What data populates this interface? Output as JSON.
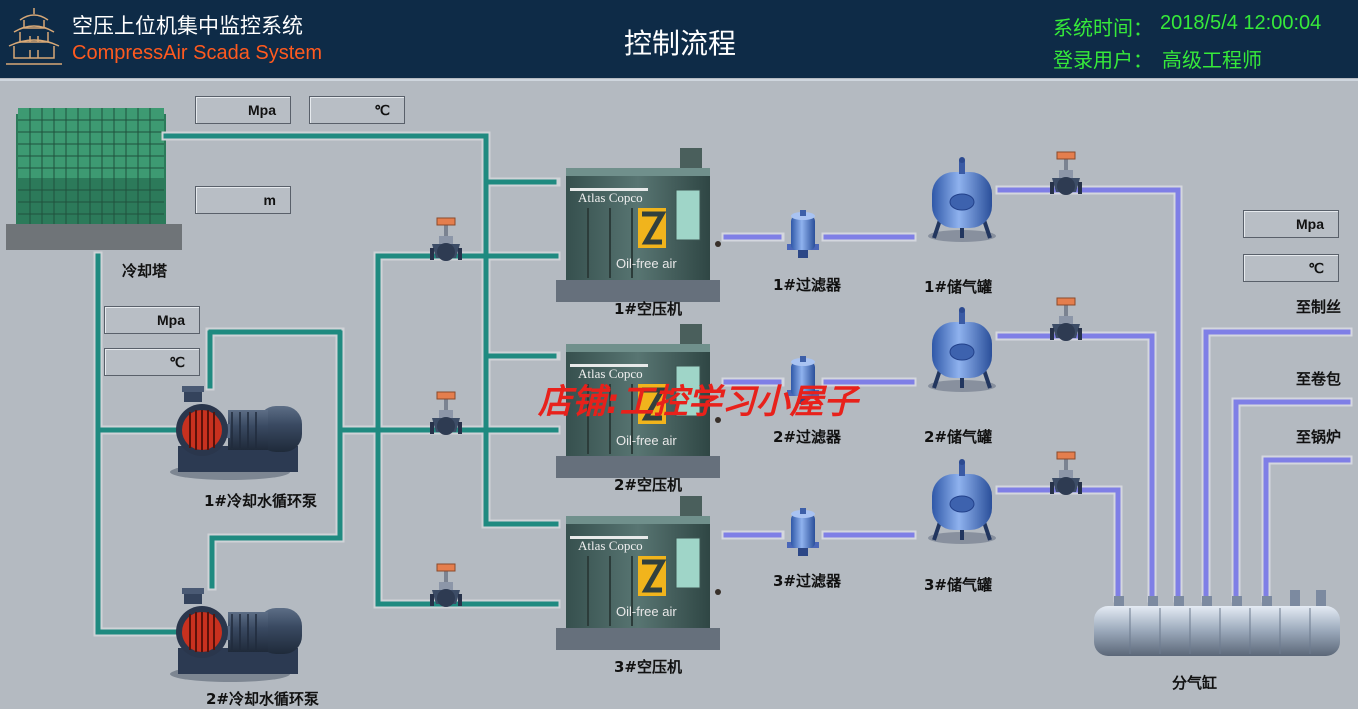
{
  "header": {
    "title": "空压上位机集中监控系统",
    "subtitle": "CompressAir Scada System",
    "page_title": "控制流程",
    "time_label": "系统时间：",
    "time_value": "2018/5/4 12:00:04",
    "user_label": "登录用户：",
    "user_value": "高级工程师"
  },
  "cooling_tower": {
    "label": "冷却塔",
    "pressure_unit": "Mpa",
    "temperature_unit": "℃",
    "level_unit": "m"
  },
  "pump_readings": {
    "pressure_unit": "Mpa",
    "temperature_unit": "℃"
  },
  "pumps": [
    {
      "label": "1#冷却水循环泵"
    },
    {
      "label": "2#冷却水循环泵"
    }
  ],
  "compressors": [
    {
      "label": "1#空压机",
      "brand": "Atlas Copco",
      "logo": "Z",
      "tagline": "Oil-free air"
    },
    {
      "label": "2#空压机",
      "brand": "Atlas Copco",
      "logo": "Z",
      "tagline": "Oil-free air"
    },
    {
      "label": "3#空压机",
      "brand": "Atlas Copco",
      "logo": "Z",
      "tagline": "Oil-free air"
    }
  ],
  "filters": [
    {
      "label": "1#过滤器"
    },
    {
      "label": "2#过滤器"
    },
    {
      "label": "3#过滤器"
    }
  ],
  "tanks": [
    {
      "label": "1#储气罐"
    },
    {
      "label": "2#储气罐"
    },
    {
      "label": "3#储气罐"
    }
  ],
  "header_readings": {
    "pressure_unit": "Mpa",
    "temperature_unit": "℃"
  },
  "outputs": [
    {
      "label": "至制丝"
    },
    {
      "label": "至卷包"
    },
    {
      "label": "至锅炉"
    }
  ],
  "manifold": {
    "label": "分气缸"
  },
  "watermark": "店铺:工控学习小屋子",
  "colors": {
    "header_bg": "#0e2b47",
    "status_green": "#36ea3a",
    "subtitle_orange": "#ff5a1f",
    "water_pipe": "#1f8a80",
    "air_pipe": "#7f7fe6",
    "background": "#b4bac1"
  }
}
